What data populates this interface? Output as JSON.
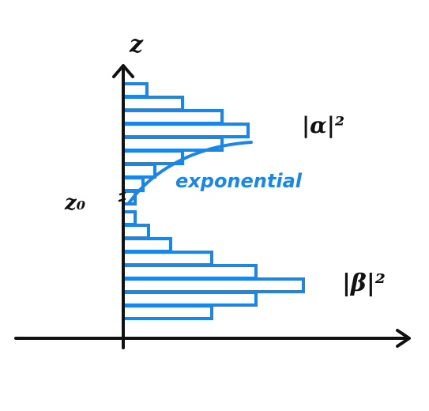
{
  "colors": {
    "ink": "#111111",
    "accent": "#1a86e8"
  },
  "labels": {
    "z_axis": "z",
    "z0": "z₀",
    "alpha": "|α|²",
    "beta": "|β|²",
    "curve": "exponential"
  },
  "histograms": {
    "alpha_bars": [
      30,
      75,
      125,
      158,
      125,
      75,
      40,
      25,
      15
    ],
    "beta_bars": [
      15,
      32,
      60,
      112,
      168,
      228,
      168,
      112
    ]
  }
}
